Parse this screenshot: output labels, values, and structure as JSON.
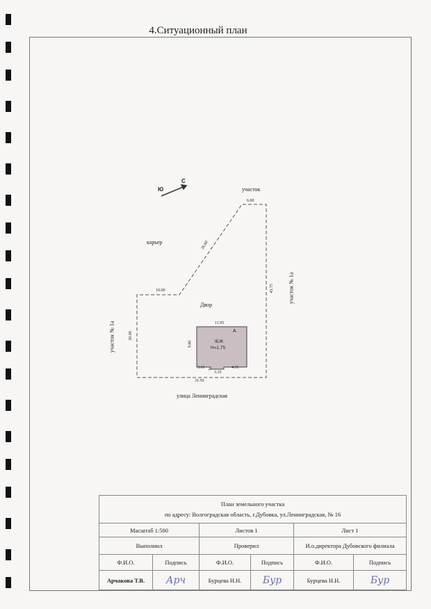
{
  "title": "4.Ситуационный   план",
  "plan": {
    "orientation": {
      "south": "Ю",
      "north": "С"
    },
    "labels": {
      "top_neighbor": "участок",
      "quarry": "карьер",
      "yard": "Двор",
      "left_neighbor": "участок  № 1а",
      "right_neighbor": "участок  № 1а",
      "street": "улица   Ленинградская"
    },
    "dimensions": {
      "top": "6.00",
      "diagonal": "26.60",
      "left_top": "10.00",
      "right": "43.75",
      "left": "20.00",
      "bottom": "31.50"
    },
    "building": {
      "letter": "А",
      "type": "IБЖ",
      "height": "Н=1.75",
      "width": "11.95",
      "depth": "9.80",
      "bottom_left": "3.65",
      "notch": "0",
      "bottom_mid": "3.35",
      "bottom_right": "4.95"
    }
  },
  "stamp": {
    "line1": "План   земельного участка",
    "line2": "по  адресу: Волгоградская  область, г.Дубовка, ул.Ленинградская, № 16",
    "scale": "Масштаб  1:500",
    "sheets": "Листов  1",
    "sheet": "Лист   1",
    "performed": "Выполнил",
    "checked": "Проверил",
    "director": "И.о.директора  Дубовского филиала",
    "fio": "Ф.И.О.",
    "signature": "Подпись",
    "performer_name": "Арчакова  Т.В.",
    "checker_name": "Бурцева Н.Н.",
    "director_name": "Бурцева Н.Н.",
    "sig1": "Арч",
    "sig2": "Бур",
    "sig3": "Бур"
  }
}
